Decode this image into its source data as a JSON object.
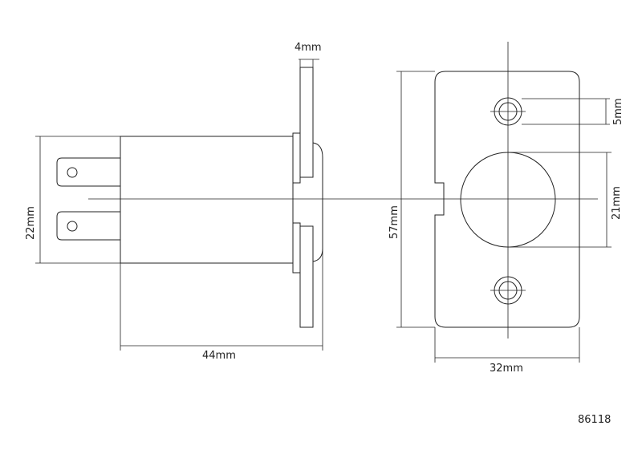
{
  "dimensions": {
    "plate_thickness": "4mm",
    "body_height": "22mm",
    "body_length": "44mm",
    "total_height": "57mm",
    "plate_width": "32mm",
    "hole_diameter": "21mm",
    "screw_hole": "5mm"
  },
  "part_number": "86118"
}
